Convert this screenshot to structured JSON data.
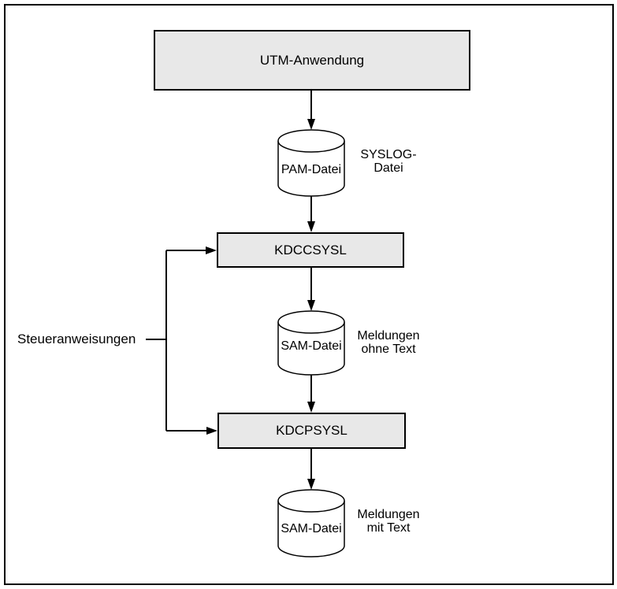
{
  "colors": {
    "background": "#ffffff",
    "box_fill": "#e8e8e8",
    "stroke": "#000000"
  },
  "nodes": {
    "utm": {
      "label": "UTM-Anwendung"
    },
    "pam": {
      "label": "PAM-Datei"
    },
    "kdccsysl": {
      "label": "KDCCSYSL"
    },
    "sam_ohne": {
      "label": "SAM-Datei"
    },
    "kdcpsysl": {
      "label": "KDCPSYSL"
    },
    "sam_mit": {
      "label": "SAM-Datei"
    }
  },
  "annotations": {
    "syslog": {
      "line1": "SYSLOG-",
      "line2": "Datei"
    },
    "ohne": {
      "line1": "Meldungen",
      "line2": "ohne Text"
    },
    "mit": {
      "line1": "Meldungen",
      "line2": "mit Text"
    },
    "steuer": {
      "label": "Steueranweisungen"
    }
  }
}
